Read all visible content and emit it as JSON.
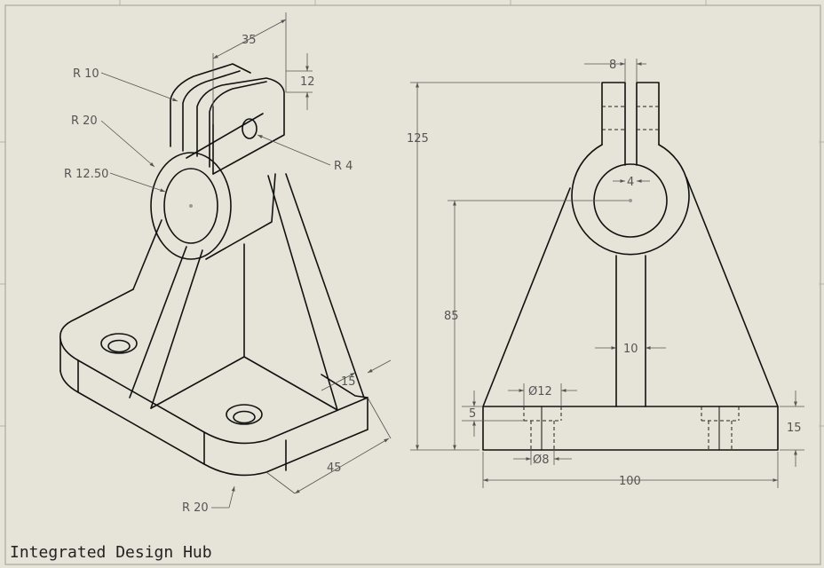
{
  "title_block": {
    "company": "Integrated Design Hub"
  },
  "colors": {
    "background": "#e6e4d8",
    "line": "#111111",
    "dimension": "#555555",
    "border": "#b5b3a8"
  },
  "iso_view": {
    "labels": {
      "r10": "R 10",
      "r20_top": "R 20",
      "r1250": "R 12.50",
      "r4": "R 4",
      "r20_bottom": "R 20",
      "d35": "35",
      "d12": "12",
      "d15": "15",
      "d45": "45"
    }
  },
  "front_view": {
    "labels": {
      "d8_top": "8",
      "d125": "125",
      "d4": "4",
      "d85": "85",
      "d10": "10",
      "dia12": "Ø12",
      "d5": "5",
      "d15": "15",
      "dia8": "Ø8",
      "d100": "100"
    }
  }
}
